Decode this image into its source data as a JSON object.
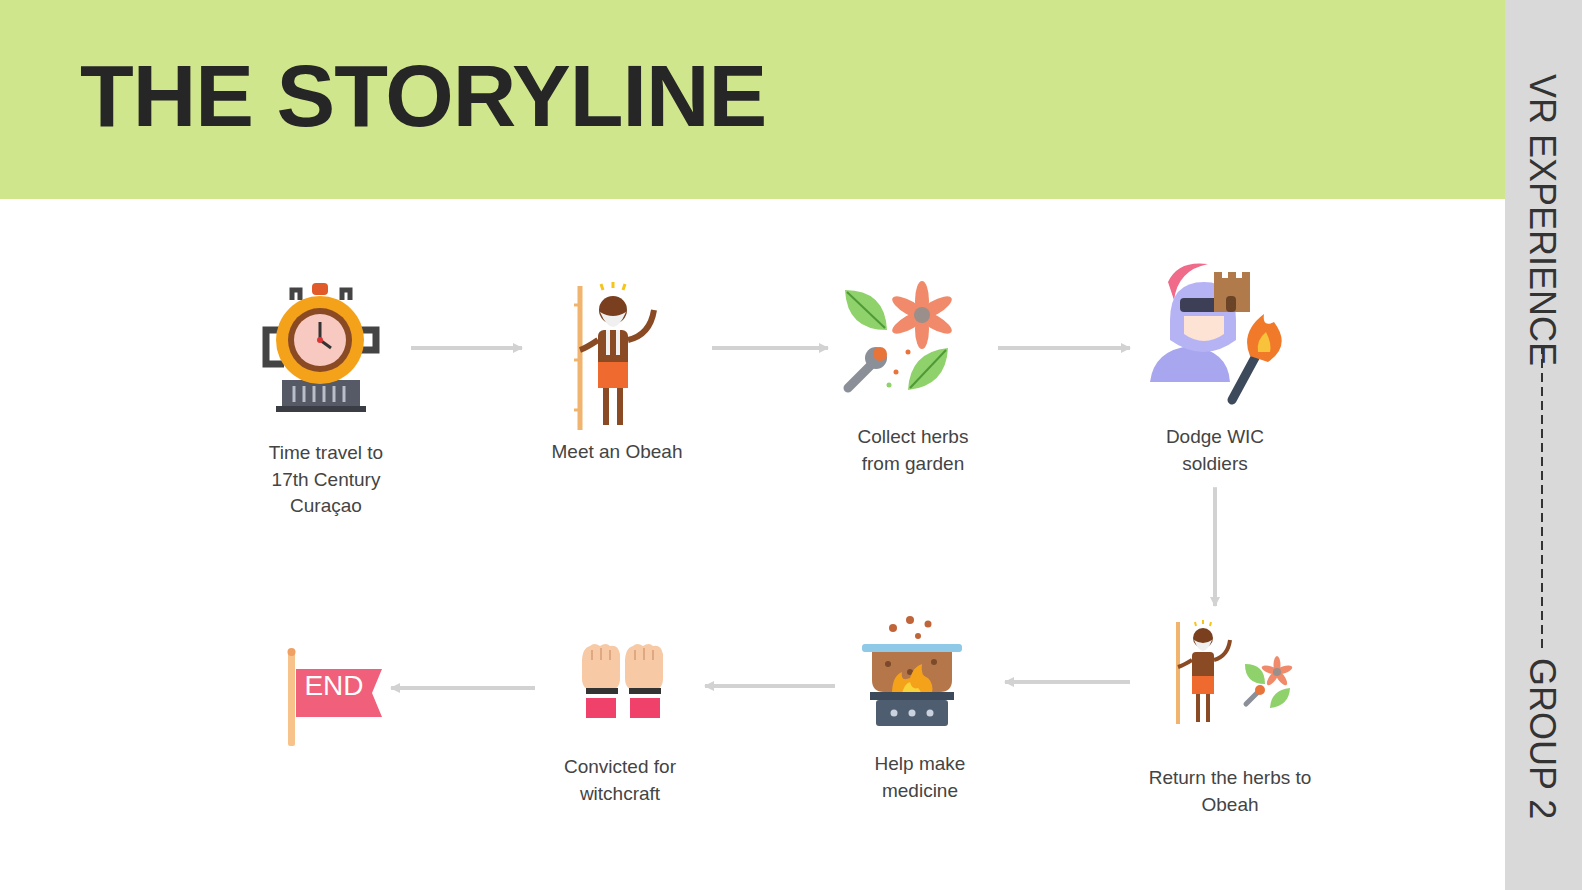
{
  "diagram": {
    "title": "THE STORYLINE",
    "nodes": [
      {
        "text": [
          "Time travel to 17th Century Curaçao"
        ]
      },
      {
        "text": [
          "Meet an Obeah"
        ]
      },
      {
        "text": [
          "Collect herbs from garden"
        ]
      },
      {
        "text": [
          "Dodge WIC soldiers"
        ]
      },
      {
        "text": [
          "Return the herbs to Obeah"
        ]
      },
      {
        "text": [
          "Help make medicine"
        ]
      },
      {
        "text": [
          "Convicted for witchcraft"
        ]
      },
      {
        "text": [
          "END"
        ]
      }
    ],
    "edges": [
      {
        "from": 0,
        "to": 1,
        "arrow": "to"
      },
      {
        "from": 1,
        "to": 2,
        "arrow": "to"
      },
      {
        "from": 2,
        "to": 3,
        "arrow": "to"
      },
      {
        "from": 3,
        "to": 4,
        "arrow": "to"
      },
      {
        "from": 4,
        "to": 5,
        "arrow": "to"
      },
      {
        "from": 5,
        "to": 6,
        "arrow": "to"
      },
      {
        "from": 6,
        "to": 7,
        "arrow": "to"
      }
    ],
    "labels": [
      "VR EXPERIENCE",
      "GROUP 2"
    ]
  }
}
